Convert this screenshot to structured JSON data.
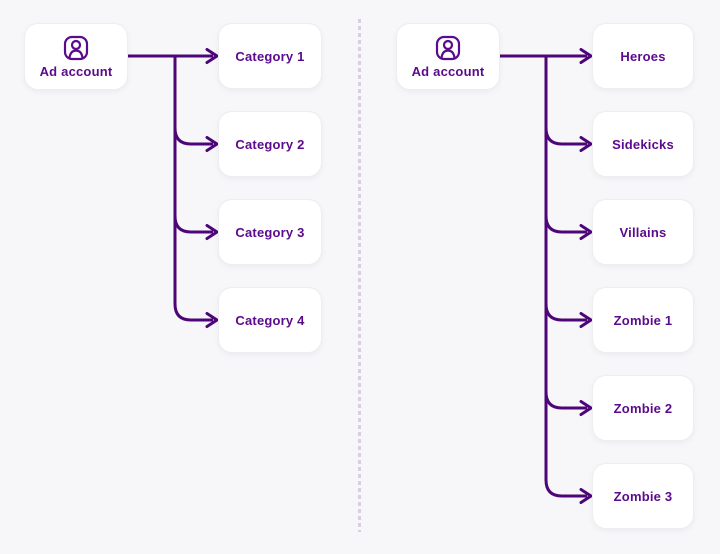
{
  "page": {
    "background": "#f7f7f9"
  },
  "diagram": {
    "line_color": "#4c0677",
    "label_color": "#5a0a8c",
    "divider_color": "#d9cfe4",
    "node_background": "#ffffff",
    "trees": [
      {
        "root": {
          "label": "Ad account",
          "icon": "ad-account-user-icon"
        },
        "children": [
          "Category 1",
          "Category 2",
          "Category 3",
          "Category 4"
        ]
      },
      {
        "root": {
          "label": "Ad account",
          "icon": "ad-account-user-icon"
        },
        "children": [
          "Heroes",
          "Sidekicks",
          "Villains",
          "Zombie 1",
          "Zombie 2",
          "Zombie 3"
        ]
      }
    ]
  }
}
